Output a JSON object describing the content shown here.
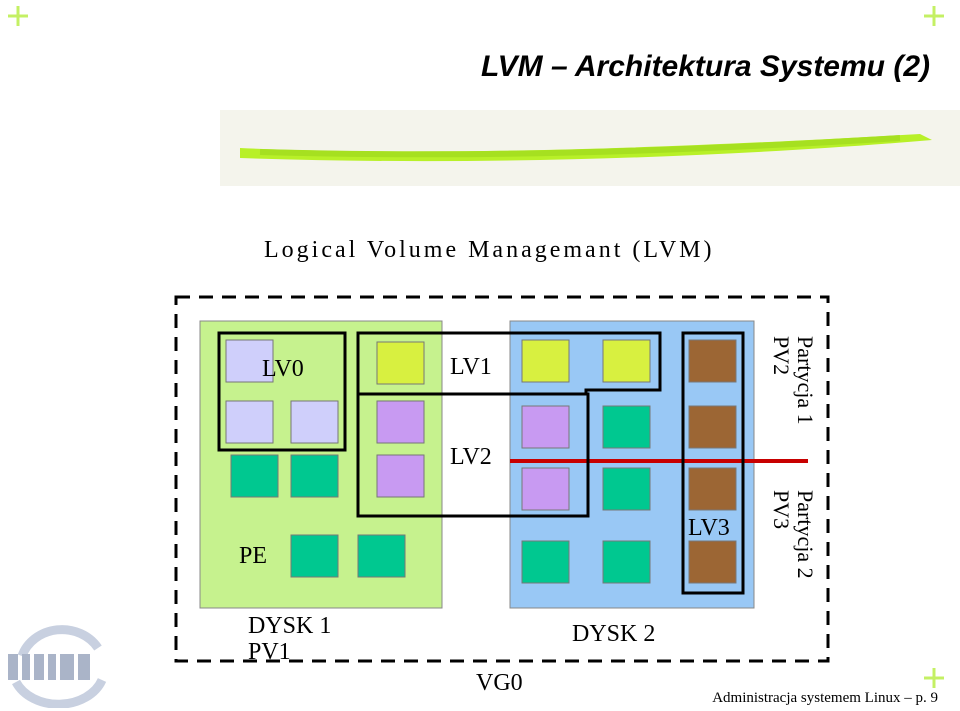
{
  "title": "LVM – Architektura Systemu (2)",
  "subtitle": "Logical Volume Managemant (LVM)",
  "labels": {
    "lv0": "LV0",
    "lv1": "LV1",
    "lv2": "LV2",
    "lv3": "LV3",
    "pe": "PE",
    "disk1_name": "DYSK 1",
    "disk1_pv": "PV1",
    "disk2_name": "DYSK 2",
    "vg": "VG0",
    "part1_name": "Partycja 1",
    "part1_pv": "PV2",
    "part2_name": "Partycja 2",
    "part2_pv": "PV3"
  },
  "footer": "Administracja systemem Linux – p. 9",
  "colors": {
    "disk1_bg": "#c6f28e",
    "disk2_bg": "#99c8f5",
    "pe_lavender": "#cfcffb",
    "pe_green": "#00c890",
    "pe_yellow": "#d8f040",
    "pe_purple": "#c89af2",
    "pe_brown": "#9c6634",
    "divider_red": "#c80000",
    "accent_green": "#b8f028"
  },
  "icons": [
    "corner-star-icon",
    "university-logo-icon"
  ]
}
